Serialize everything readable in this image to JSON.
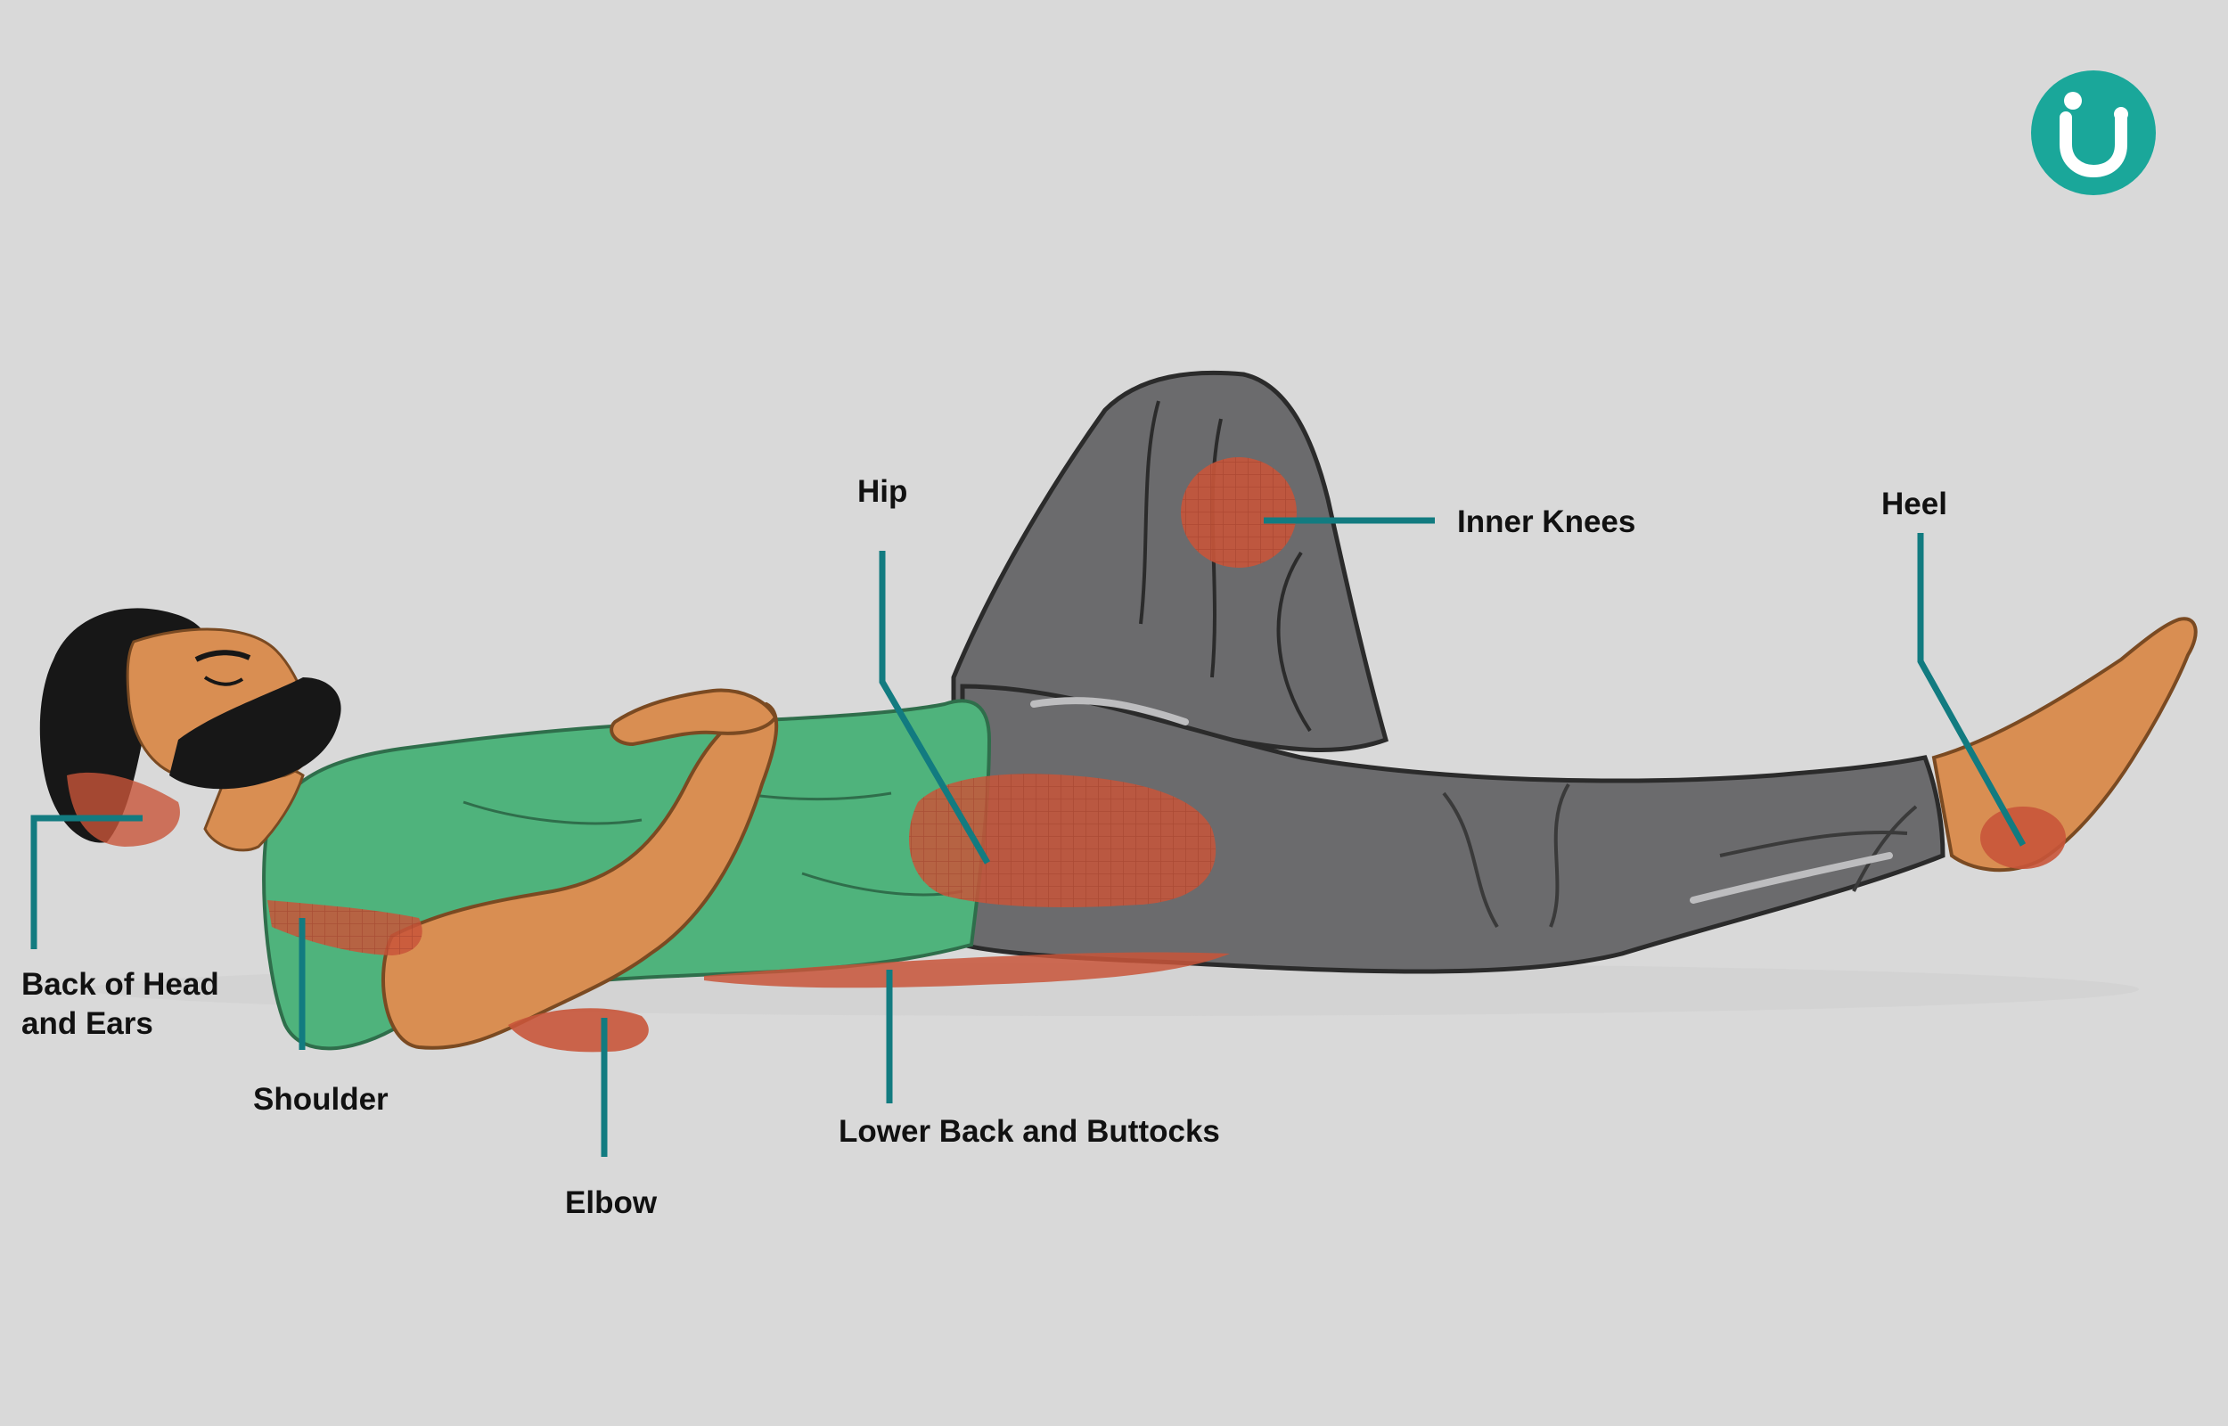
{
  "labels": {
    "back_of_head": [
      "Back of Head",
      "and Ears"
    ],
    "shoulder": "Shoulder",
    "elbow": "Elbow",
    "hip": "Hip",
    "lower_back": "Lower Back and Buttocks",
    "inner_knees": "Inner Knees",
    "heel": "Heel"
  },
  "colors": {
    "background": "#d9d9d9",
    "leader_line": "#127b80",
    "pressure_area": "#c8553a",
    "shirt": "#4fb37c",
    "trousers": "#6b6b6d",
    "skin": "#d98e52",
    "hair": "#171717",
    "logo": "#1aa79a"
  },
  "icons": {
    "logo": "brand-logo-icon"
  }
}
